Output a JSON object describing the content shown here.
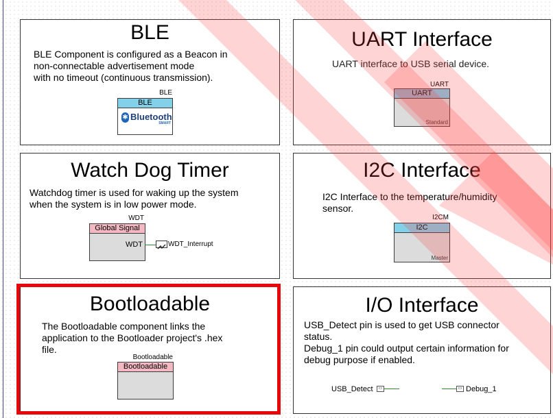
{
  "panels": {
    "ble": {
      "title": "BLE",
      "description": "BLE Component is configured as a Beacon in\nnon-connectable advertisement mode\nwith no timeout (continuous transmission).",
      "instance_name": "BLE",
      "component_label": "BLE",
      "logo_text": "Bluetooth",
      "logo_sub": "SMART",
      "logo_icon": "bluetooth-icon"
    },
    "uart": {
      "title": "UART Interface",
      "description": "UART interface to USB serial device.",
      "instance_name": "UART",
      "component_label": "UART",
      "mode": "Standard"
    },
    "wdt": {
      "title": "Watch Dog Timer",
      "description": "Watchdog timer is used for waking up the system\nwhen the system is in low power mode.",
      "instance_name": "WDT",
      "component_label": "Global Signal",
      "pin_label": "WDT",
      "interrupt_label": "WDT_Interrupt",
      "interrupt_icon": "interrupt-icon"
    },
    "i2c": {
      "title": "I2C Interface",
      "description": "I2C Interface to the temperature/humidity\nsensor.",
      "instance_name": "I2CM",
      "component_label": "I2C",
      "mode": "Master"
    },
    "bootloadable": {
      "title": "Bootloadable",
      "description": "The Bootloadable component links the\napplication to the Bootloader project's .hex\nfile.",
      "instance_name": "Bootloadable",
      "component_label": "Bootloadable"
    },
    "io": {
      "title": "I/O Interface",
      "description": "USB_Detect pin is used to get USB connector\nstatus.\nDebug_1 pin could output certain information for\ndebug purpose if enabled.",
      "pin1_label": "USB_Detect",
      "pin2_label": "Debug_1",
      "pin_icon": "pin-icon"
    }
  },
  "colors": {
    "blue_header": "#83d0e9",
    "pink_header": "#f3b8c2",
    "highlight": "#e8060a",
    "watermark": "#ff3b3b"
  }
}
